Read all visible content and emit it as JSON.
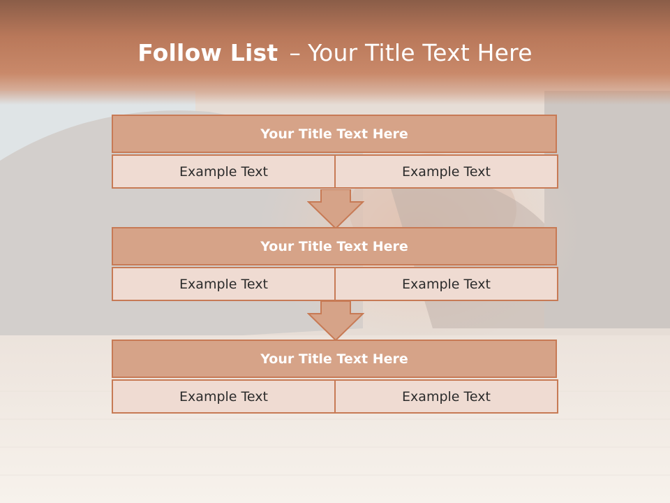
{
  "slide": {
    "title_bold": "Follow List",
    "title_separator": "–",
    "title_rest": "Your Title Text Here"
  },
  "blocks": [
    {
      "title": "Your Title Text Here",
      "left": "Example Text",
      "right": "Example Text"
    },
    {
      "title": "Your Title Text Here",
      "left": "Example Text",
      "right": "Example Text"
    },
    {
      "title": "Your Title Text Here",
      "left": "Example Text",
      "right": "Example Text"
    }
  ],
  "colors": {
    "header_fill": "#d6a388",
    "border": "#c77a55",
    "cell_fill": "#efdbd2",
    "title_band": "#c9896a"
  }
}
